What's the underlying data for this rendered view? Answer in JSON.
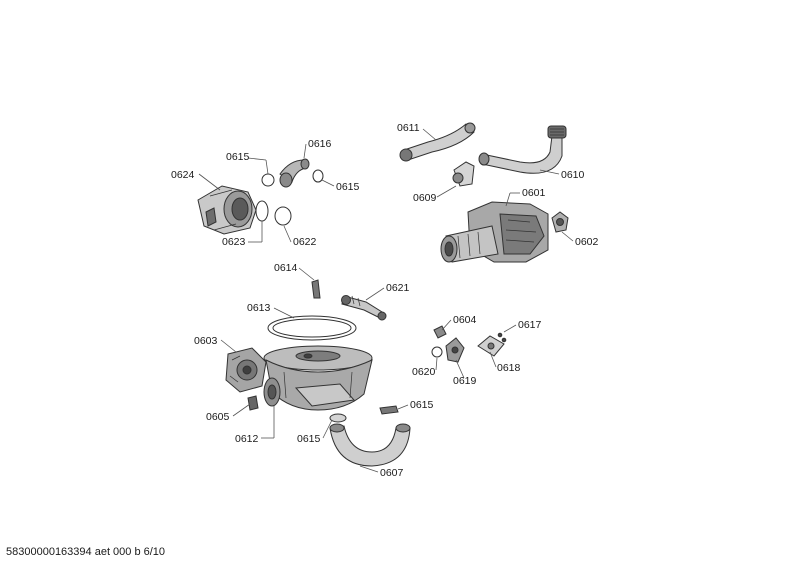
{
  "diagram": {
    "footer": "58300000163394 aet 000 b 6/10",
    "labels": {
      "p0601": "0601",
      "p0602": "0602",
      "p0603": "0603",
      "p0604": "0604",
      "p0605": "0605",
      "p0607": "0607",
      "p0609": "0609",
      "p0610": "0610",
      "p0611": "0611",
      "p0612": "0612",
      "p0613": "0613",
      "p0614": "0614",
      "p0615": "0615",
      "p0616": "0616",
      "p0617": "0617",
      "p0618": "0618",
      "p0619": "0619",
      "p0620": "0620",
      "p0621": "0621",
      "p0622": "0622",
      "p0623": "0623",
      "p0624": "0624"
    }
  }
}
